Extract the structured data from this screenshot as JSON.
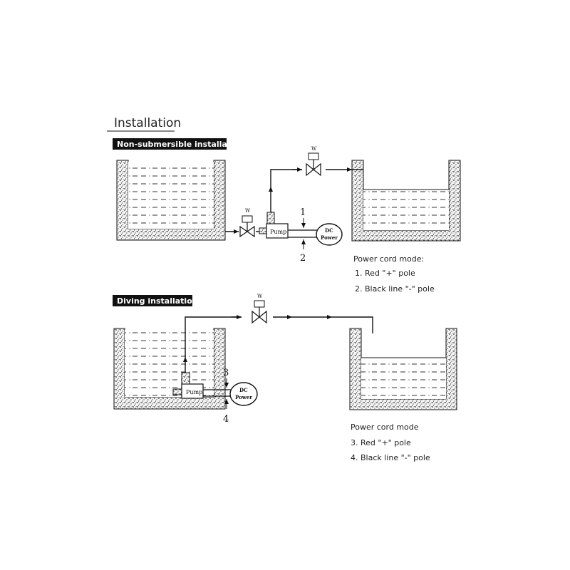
{
  "page": {
    "title": "Installation"
  },
  "section_top": {
    "banner": "Non-submersible installation",
    "pump_label": "Pump",
    "power_label_line1": "DC",
    "power_label_line2": "Power",
    "valve_label": "W",
    "marker_1": "1",
    "marker_2": "2",
    "notes": {
      "heading": "Power cord mode:",
      "item1": "1. Red \"+\" pole",
      "item2": "2. Black line \"-\" pole"
    }
  },
  "section_bottom": {
    "banner": "Diving installation",
    "pump_label": "Pump",
    "power_label_line1": "DC",
    "power_label_line2": "Power",
    "valve_label": "W",
    "marker_3": "3",
    "marker_4": "4",
    "notes": {
      "heading": "Power cord mode",
      "item1": "3. Red \"+\" pole",
      "item2": "4. Black line \"-\" pole"
    }
  },
  "colors": {
    "ink": "#111111",
    "banner_bg": "#111111",
    "banner_text": "#ffffff",
    "tank_wall_fill": "#bdbdbd"
  }
}
